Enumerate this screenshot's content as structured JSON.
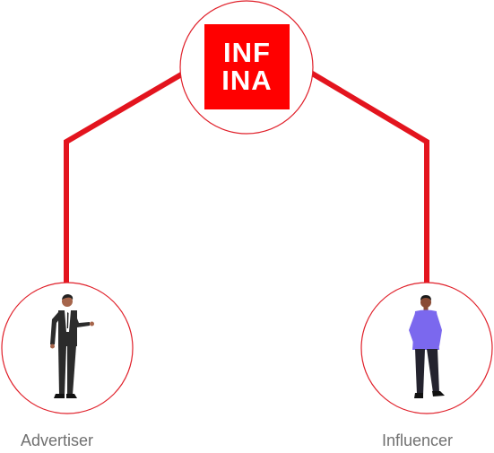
{
  "diagram": {
    "center": {
      "logo_line1": "INF",
      "logo_line2": "INA",
      "logo_color": "#ff0000"
    },
    "nodes": [
      {
        "id": "advertiser",
        "label": "Advertiser",
        "figure": "businessman-figure"
      },
      {
        "id": "influencer",
        "label": "Influencer",
        "figure": "casual-person-figure"
      }
    ],
    "colors": {
      "connector": "#e3141e",
      "circle_border": "#e0202a",
      "label_text": "#707070"
    }
  }
}
